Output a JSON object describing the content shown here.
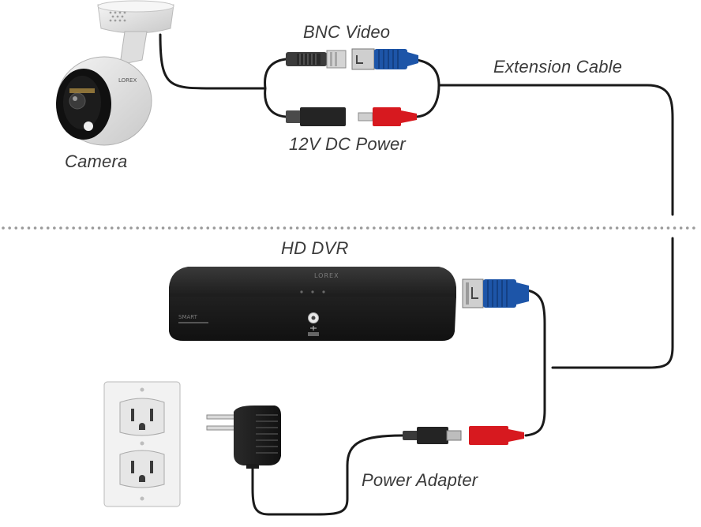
{
  "labels": {
    "bnc_video": "BNC Video",
    "extension_cable": "Extension Cable",
    "camera": "Camera",
    "dc_power": "12V DC Power",
    "hd_dvr": "HD DVR",
    "power_adapter": "Power Adapter"
  },
  "dvr": {
    "brand": "LOREX",
    "badge": "SMART"
  },
  "colors": {
    "cable": "#1a1a1a",
    "bnc_blue": "#1d55a8",
    "power_red": "#d7191f",
    "divider": "#9a9a9a",
    "label_text": "#3a3a3a",
    "dvr_body": "#1e1e1e"
  }
}
